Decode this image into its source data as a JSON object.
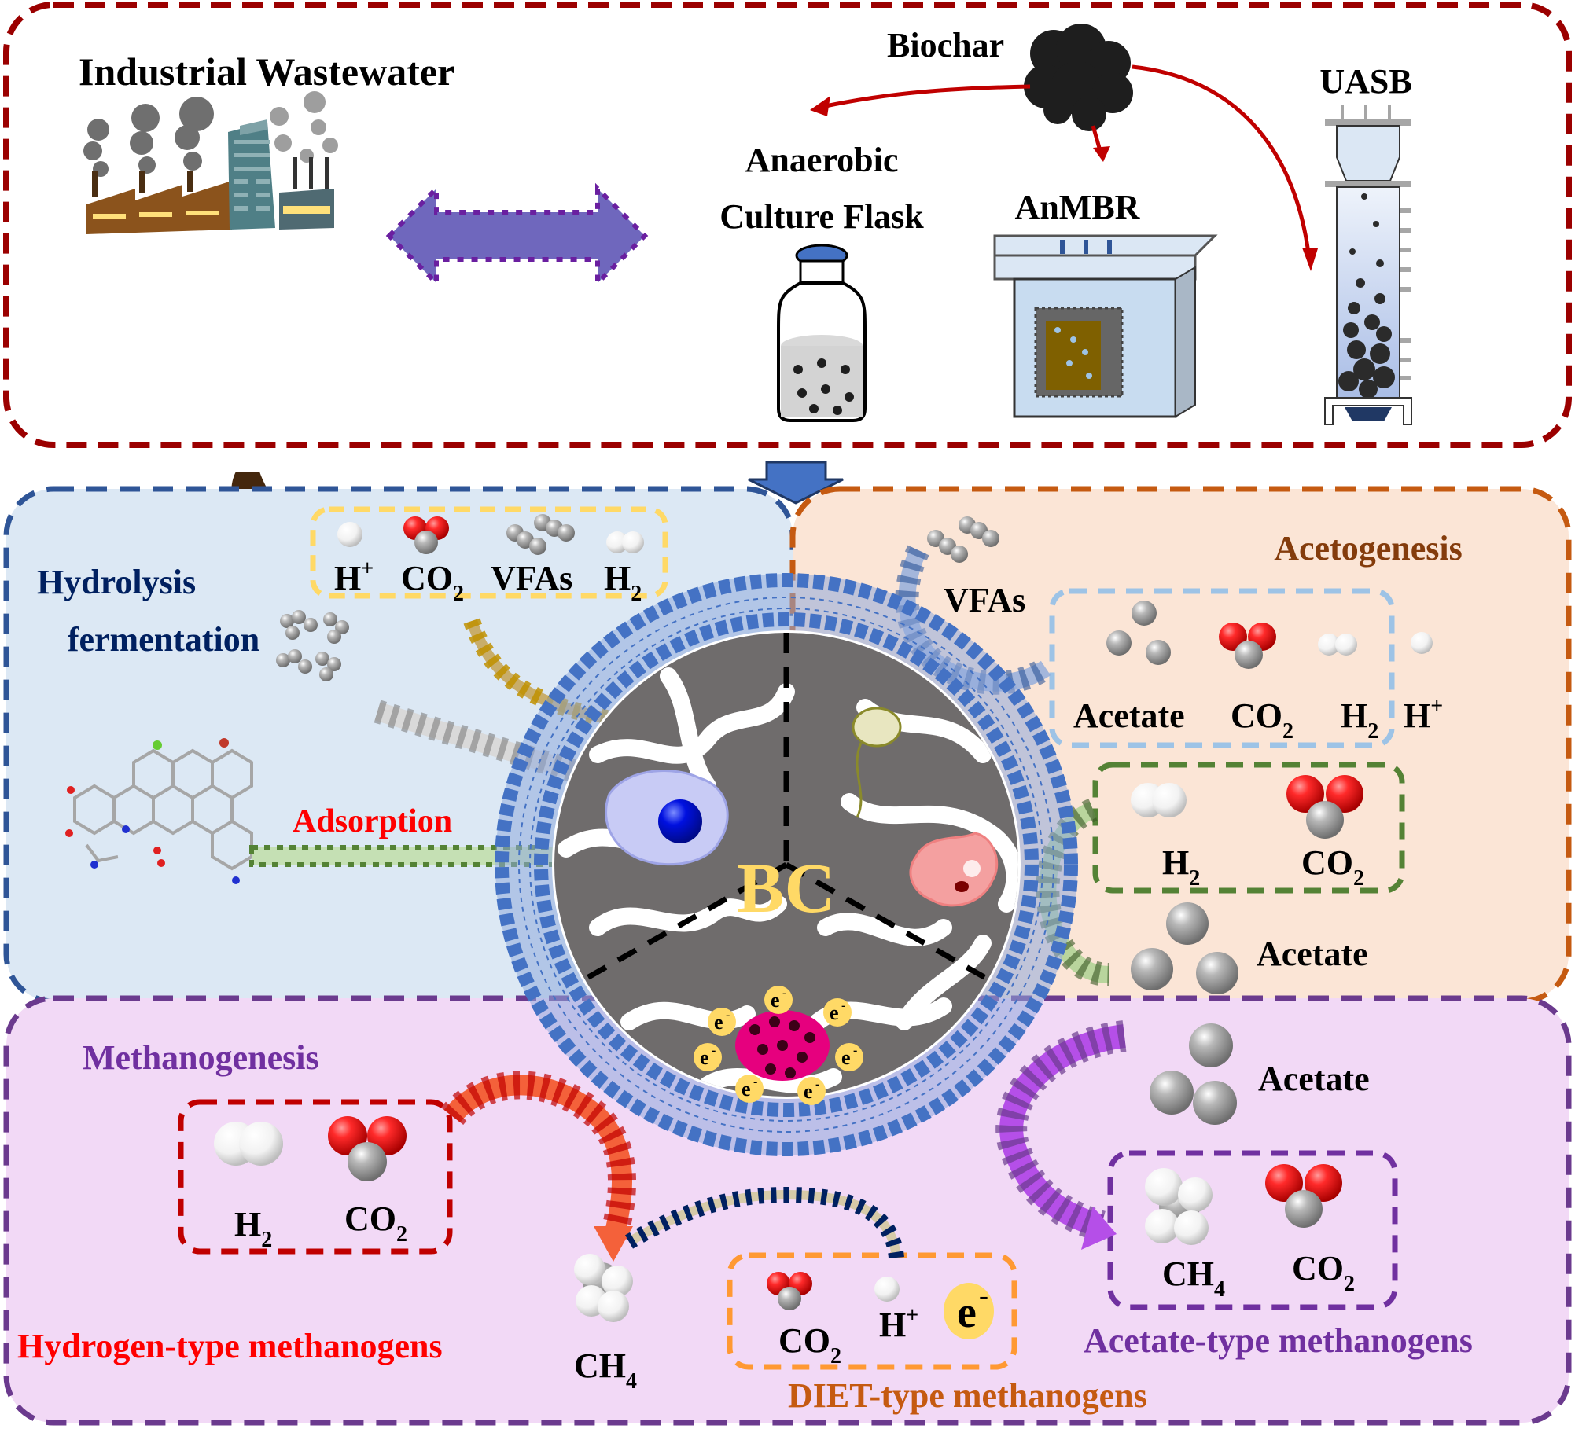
{
  "top_panel": {
    "industrial_wastewater": "Industrial Wastewater",
    "biochar": "Biochar",
    "uasb": "UASB",
    "flask_line1": "Anaerobic",
    "flask_line2": "Culture Flask",
    "anmbr": "AnMBR"
  },
  "hydrolysis": {
    "title_line1": "Hydrolysis",
    "title_line2": "fermentation",
    "products": [
      {
        "base": "H",
        "sup": "+",
        "sub": ""
      },
      {
        "base": "CO",
        "sup": "",
        "sub": "2"
      },
      {
        "base": "VFAs",
        "sup": "",
        "sub": ""
      },
      {
        "base": "H",
        "sup": "",
        "sub": "2"
      }
    ],
    "adsorption": "Adsorption"
  },
  "acetogenesis": {
    "title": "Acetogenesis",
    "vfas": "VFAs",
    "products": [
      {
        "base": "Acetate",
        "sup": "",
        "sub": ""
      },
      {
        "base": "CO",
        "sup": "",
        "sub": "2"
      },
      {
        "base": "H",
        "sup": "",
        "sub": "2"
      },
      {
        "base": "H",
        "sup": "+",
        "sub": ""
      }
    ],
    "substrates": [
      {
        "base": "H",
        "sup": "",
        "sub": "2"
      },
      {
        "base": "CO",
        "sup": "",
        "sub": "2"
      }
    ],
    "acetate": "Acetate"
  },
  "center": {
    "label": "BC",
    "electron": "e",
    "electron_sup": "-"
  },
  "methanogenesis": {
    "title": "Methanogenesis",
    "hydrogen_type": {
      "label": "Hydrogen-type methanogens",
      "inputs": [
        {
          "base": "H",
          "sub": "2"
        },
        {
          "base": "CO",
          "sub": "2"
        }
      ],
      "product": {
        "base": "CH",
        "sub": "4"
      }
    },
    "diet_type": {
      "label": "DIET-type methanogens",
      "inputs": [
        {
          "base": "CO",
          "sub": "2",
          "sup": ""
        },
        {
          "base": "H",
          "sub": "",
          "sup": "+"
        }
      ],
      "electron": "e",
      "electron_sup": "-"
    },
    "acetate_type": {
      "label": "Acetate-type methanogens",
      "input": "Acetate",
      "outputs": [
        {
          "base": "CH",
          "sub": "4"
        },
        {
          "base": "CO",
          "sub": "2"
        }
      ]
    }
  },
  "colors": {
    "top_border": "#9b0000",
    "hydrolysis_bg": "#dce8f4",
    "hydrolysis_border": "#2f5597",
    "hydrolysis_title": "#002060",
    "acetogenesis_bg": "#fbe5d6",
    "acetogenesis_border": "#c55a11",
    "acetogenesis_title": "#843c0c",
    "methanogenesis_bg": "#f2d9f6",
    "methanogenesis_border": "#6b3a8e",
    "methanogenesis_title": "#7030a0",
    "hydrogen_type": "#ff0000",
    "diet_type": "#c55a11",
    "acetate_type": "#7030a0",
    "adsorption": "#ff0000",
    "bc_label": "#ffd966",
    "membrane": "#4472c4"
  }
}
